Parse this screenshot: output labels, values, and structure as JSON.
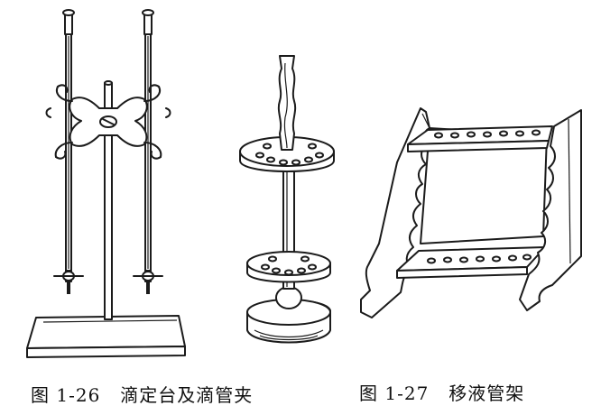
{
  "figures": [
    {
      "id": "fig-1-26",
      "number": "图 1-26",
      "title": "滴定台及滴管夹"
    },
    {
      "id": "fig-1-27",
      "number": "图 1-27",
      "title": "移液管架"
    }
  ],
  "colors": {
    "ink": "#1b1b1b",
    "background": "#ffffff"
  }
}
